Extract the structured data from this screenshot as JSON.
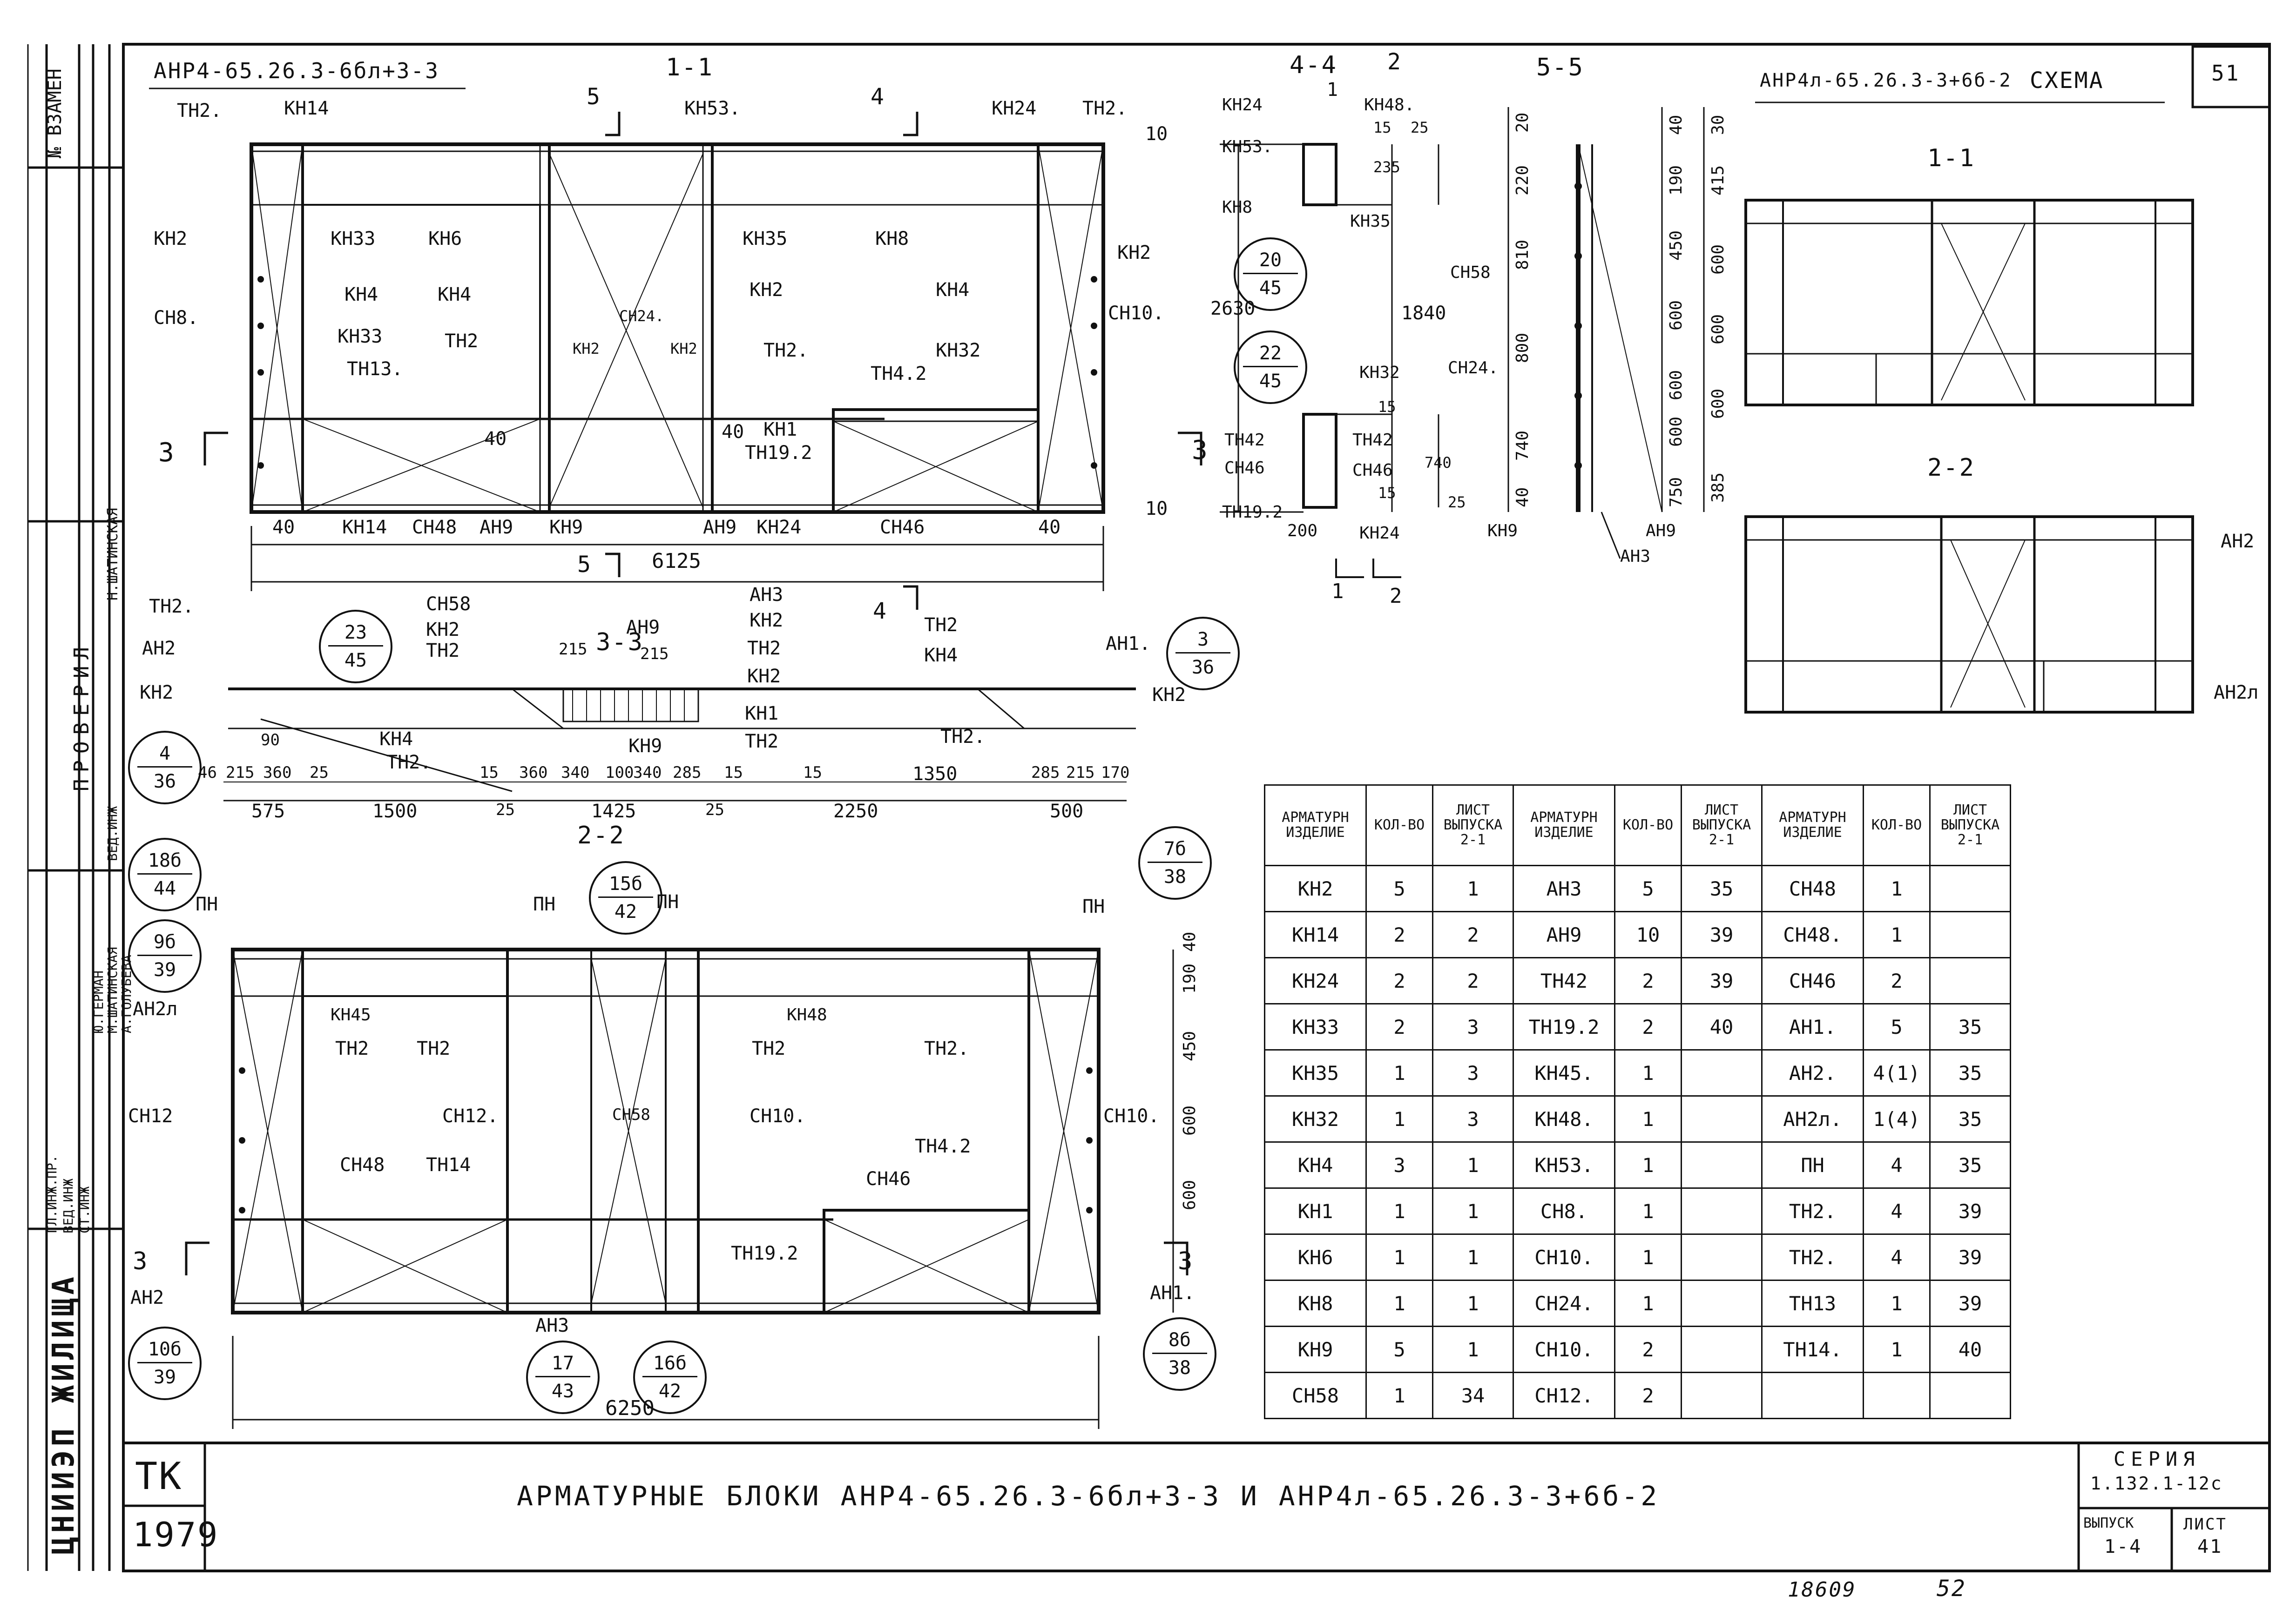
{
  "sheet": {
    "page_number": "51",
    "bottom_number": "18609",
    "bottom_number2": "52"
  },
  "left_strip": {
    "zamen": "№ ВЗАМЕН",
    "proveril": "ПРОВЕРИЛ",
    "names": [
      "Н.ШАТИНСКАЯ",
      "Ю.ГЕРМАН",
      "М.ШАТИНСКАЯ",
      "А.ГОЛУБЕВА"
    ],
    "roles": [
      "ГЛ.ИНЖ.ПР.",
      "ВЕД.ИНЖ",
      "СТ.ИНЖ",
      "ВЕД.ИНЖ"
    ],
    "org": "ЦНИИЭП ЖИЛИЩА"
  },
  "title_block": {
    "tk": "ТК",
    "year": "1979",
    "title": "АРМАТУРНЫЕ БЛОКИ АНР4-65.26.3-6бл+3-3 И АНР4л-65.26.3-3+6б-2",
    "series_label": "СЕРИЯ",
    "series_value": "1.132.1-12с",
    "issue_label": "ВЫПУСК",
    "issue_value": "1-4",
    "sheet_label": "ЛИСТ",
    "sheet_value": "41"
  },
  "drawing1": {
    "title": "АНР4-65.26.3-6бл+3-3",
    "section_1_1": "1-1",
    "width": "6125",
    "labels": [
      "ТН2.",
      "КН14",
      "КН53.",
      "КН24",
      "ТН2.",
      "КН2",
      "КН33",
      "КН6",
      "КН35",
      "КН8",
      "КН2",
      "СН8.",
      "КН4",
      "КН4",
      "СН24.",
      "КН2",
      "КН4",
      "СН10.",
      "КН33",
      "ТН2",
      "КН2",
      "КН2",
      "ТН2.",
      "КН32",
      "ТН13.",
      "ТН4.2",
      "КН1",
      "ТН19.2",
      "КН14",
      "СН48",
      "АН9",
      "КН9",
      "АН9",
      "КН24",
      "СН46"
    ],
    "dims": [
      "40",
      "40",
      "40",
      "40",
      "10",
      "10"
    ]
  },
  "section_4_4": {
    "title": "4-4",
    "labels": [
      "КН24",
      "КН48.",
      "КН53.",
      "КН8",
      "КН35",
      "КН32",
      "ТН42",
      "ТН42",
      "СН46",
      "СН46",
      "ТН19.2",
      "КН24"
    ],
    "dims": [
      "15",
      "25",
      "235",
      "1840",
      "2630",
      "15",
      "740",
      "15",
      "25",
      "200"
    ]
  },
  "section_5_5": {
    "title": "5-5",
    "labels": [
      "СН58",
      "СН24.",
      "КН9",
      "АН9",
      "АН3"
    ],
    "dims_left": [
      "20",
      "220",
      "810",
      "800",
      "740",
      "40"
    ],
    "dims_right": [
      "40",
      "190",
      "450",
      "600",
      "600",
      "600",
      "750",
      "30",
      "415",
      "600",
      "600",
      "600",
      "385"
    ]
  },
  "section_3_3": {
    "title": "3-3",
    "labels": [
      "ТН2.",
      "АН2",
      "КН2",
      "СН58",
      "КН2",
      "ТН2",
      "АН9",
      "АН3",
      "КН2",
      "ТН2",
      "КН2",
      "КН1",
      "ТН2",
      "КН4",
      "ТН2.",
      "КН9",
      "ТН2",
      "КН4",
      "ТН2.",
      "АН1.",
      "КН2"
    ],
    "dims": [
      "46",
      "215",
      "360",
      "25",
      "90",
      "575",
      "1500",
      "15",
      "360",
      "340",
      "100",
      "340",
      "285",
      "15",
      "25",
      "1425",
      "25",
      "15",
      "1350",
      "2250",
      "285",
      "215",
      "170",
      "500",
      "215",
      "215"
    ]
  },
  "drawing2": {
    "title": "2-2",
    "width": "6250",
    "labels": [
      "ПН",
      "ПН",
      "ПН",
      "ПН",
      "АН2л",
      "КН45",
      "КН48",
      "ТН2",
      "ТН2",
      "ТН2",
      "ТН2.",
      "СН12",
      "СН12.",
      "СН58",
      "СН10.",
      "СН10.",
      "СН48",
      "ТН14",
      "ТН4.2",
      "СН46",
      "ТН19.2",
      "АН2",
      "АН3",
      "АН1."
    ],
    "dims": [
      "40",
      "190",
      "450",
      "600",
      "600"
    ]
  },
  "circles": [
    {
      "top": "23",
      "bottom": "45"
    },
    {
      "top": "4",
      "bottom": "36"
    },
    {
      "top": "3",
      "bottom": "36"
    },
    {
      "top": "20",
      "bottom": "45"
    },
    {
      "top": "22",
      "bottom": "45"
    },
    {
      "top": "18б",
      "bottom": "44"
    },
    {
      "top": "9б",
      "bottom": "39"
    },
    {
      "top": "15б",
      "bottom": "42"
    },
    {
      "top": "7б",
      "bottom": "38"
    },
    {
      "top": "10б",
      "bottom": "39"
    },
    {
      "top": "17",
      "bottom": "43"
    },
    {
      "top": "16б",
      "bottom": "42"
    },
    {
      "top": "8б",
      "bottom": "38"
    }
  ],
  "schema": {
    "title": "АНР4л-65.26.3-3+6б-2",
    "label": "СХЕМА",
    "sec1": "1-1",
    "sec2": "2-2",
    "labels": [
      "АН2",
      "АН2л"
    ]
  },
  "spec_table": {
    "headers": [
      "АРМАТУРН ИЗДЕЛИЕ",
      "КОЛ-ВО",
      "ЛИСТ ВЫПУСКА 2-1",
      "АРМАТУРН ИЗДЕЛИЕ",
      "КОЛ-ВО",
      "ЛИСТ ВЫПУСКА 2-1",
      "АРМАТУРН ИЗДЕЛИЕ",
      "КОЛ-ВО",
      "ЛИСТ ВЫПУСКА 2-1"
    ],
    "rows": [
      [
        "КН2",
        "5",
        "1",
        "АН3",
        "5",
        "35",
        "СН48",
        "1",
        ""
      ],
      [
        "КН14",
        "2",
        "2",
        "АН9",
        "10",
        "39",
        "СН48.",
        "1",
        ""
      ],
      [
        "КН24",
        "2",
        "2",
        "ТН42",
        "2",
        "39",
        "СН46",
        "2",
        ""
      ],
      [
        "КН33",
        "2",
        "3",
        "ТН19.2",
        "2",
        "40",
        "АН1.",
        "5",
        "35"
      ],
      [
        "КН35",
        "1",
        "3",
        "КН45.",
        "1",
        "",
        "АН2.",
        "4(1)",
        "35"
      ],
      [
        "КН32",
        "1",
        "3",
        "КН48.",
        "1",
        "",
        "АН2л.",
        "1(4)",
        "35"
      ],
      [
        "КН4",
        "3",
        "1",
        "КН53.",
        "1",
        "",
        "ПН",
        "4",
        "35"
      ],
      [
        "КН1",
        "1",
        "1",
        "СН8.",
        "1",
        "",
        "ТН2.",
        "4",
        "39"
      ],
      [
        "КН6",
        "1",
        "1",
        "СН10.",
        "1",
        "",
        "ТН2.",
        "4",
        "39"
      ],
      [
        "КН8",
        "1",
        "1",
        "СН24.",
        "1",
        "",
        "ТН13",
        "1",
        "39"
      ],
      [
        "КН9",
        "5",
        "1",
        "СН10.",
        "2",
        "",
        "ТН14.",
        "1",
        "40"
      ],
      [
        "СН58",
        "1",
        "34",
        "СН12.",
        "2",
        "",
        "",
        "",
        ""
      ]
    ]
  }
}
